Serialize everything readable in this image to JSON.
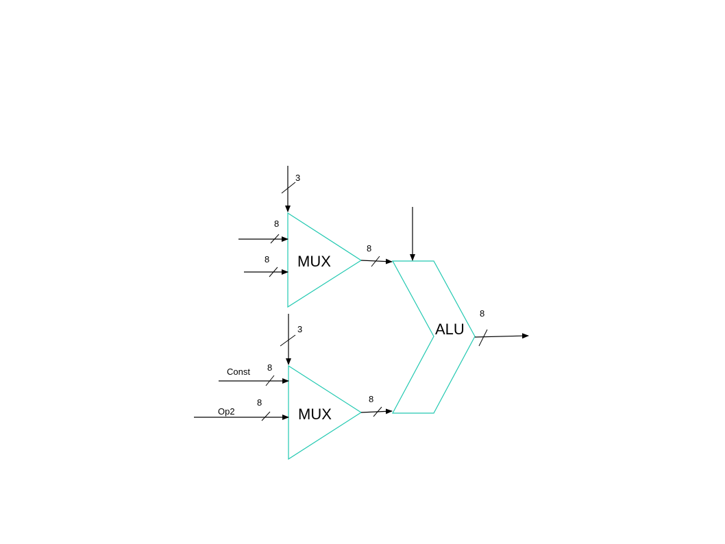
{
  "blocks": {
    "mux_top": {
      "label": "MUX"
    },
    "mux_bottom": {
      "label": "MUX"
    },
    "alu": {
      "label": "ALU"
    }
  },
  "buses": {
    "mux_top_select": "3",
    "mux_top_in1": "8",
    "mux_top_in2": "8",
    "mux_top_out": "8",
    "mux_bottom_select": "3",
    "mux_bottom_in1": "8",
    "mux_bottom_in2": "8",
    "mux_bottom_out": "8",
    "alu_out": "8"
  },
  "inputs": {
    "const_label": "Const",
    "op2_label": "Op2"
  },
  "colors": {
    "block_outline": "#20c8b0",
    "wire": "#000000"
  }
}
